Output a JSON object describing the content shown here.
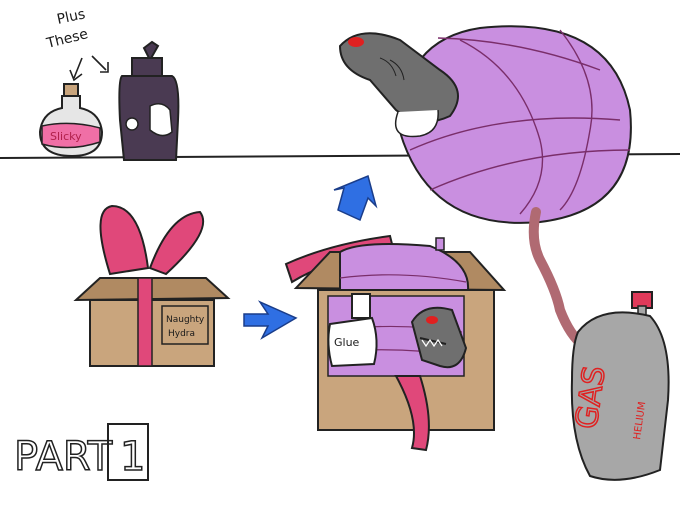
{
  "texts": {
    "plus_these": "Plus These",
    "plus_line1": "Plus",
    "plus_line2": "These",
    "slicky_label": "Slicky",
    "box_label_line1": "Naughty",
    "box_label_line2": "Hydra",
    "glue_label": "Glue",
    "tank_big": "GAS",
    "tank_small": "HELIUM",
    "part_label": "PART",
    "part_number": "1"
  },
  "colors": {
    "balloon": "#c98fe0",
    "balloon_stripe": "#7a2e6a",
    "ribbon": "#e0487a",
    "box": "#c9a57d",
    "box_dark": "#b08a62",
    "arrow": "#2f6fe3",
    "creature": "#6f6f6f",
    "creature_dark": "#4a4a4a",
    "eye": "#e02020",
    "bottle_pink": "#f06fa6",
    "bottle_dark": "#4a3a52",
    "hose": "#b06a72",
    "tank": "#a7a7a7",
    "tank_knob": "#e03a5a",
    "tank_text": "#e02020"
  },
  "icons": {
    "potion": "pink-potion-bottle-icon",
    "lube": "dark-lube-bottle-icon",
    "gift": "gift-box-icon",
    "arrow_right": "blue-arrow-right-icon",
    "arrow_up": "blue-arrow-up-icon",
    "balloon": "inflated-balloon-icon",
    "creature": "hydra-head-icon",
    "tank": "helium-tank-icon"
  }
}
